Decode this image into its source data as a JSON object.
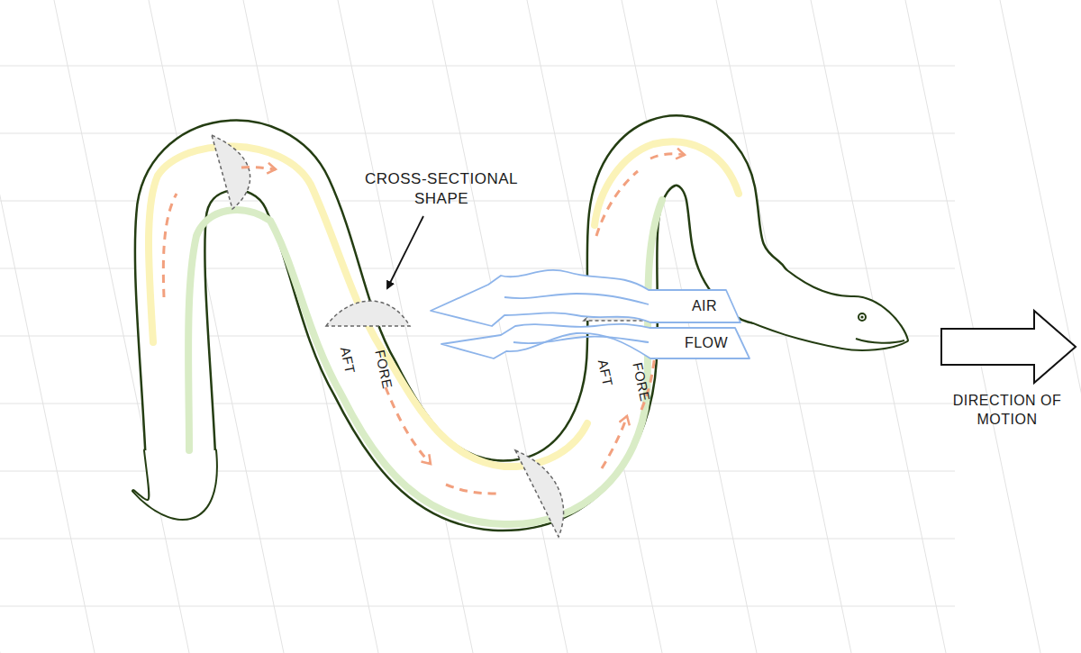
{
  "diagram": {
    "labels": [
      "CROSS-SECTIONAL SHAPE",
      "AFT",
      "FORE",
      "AFT",
      "FORE",
      "AIR",
      "FLOW",
      "DIRECTION OF MOTION"
    ]
  }
}
